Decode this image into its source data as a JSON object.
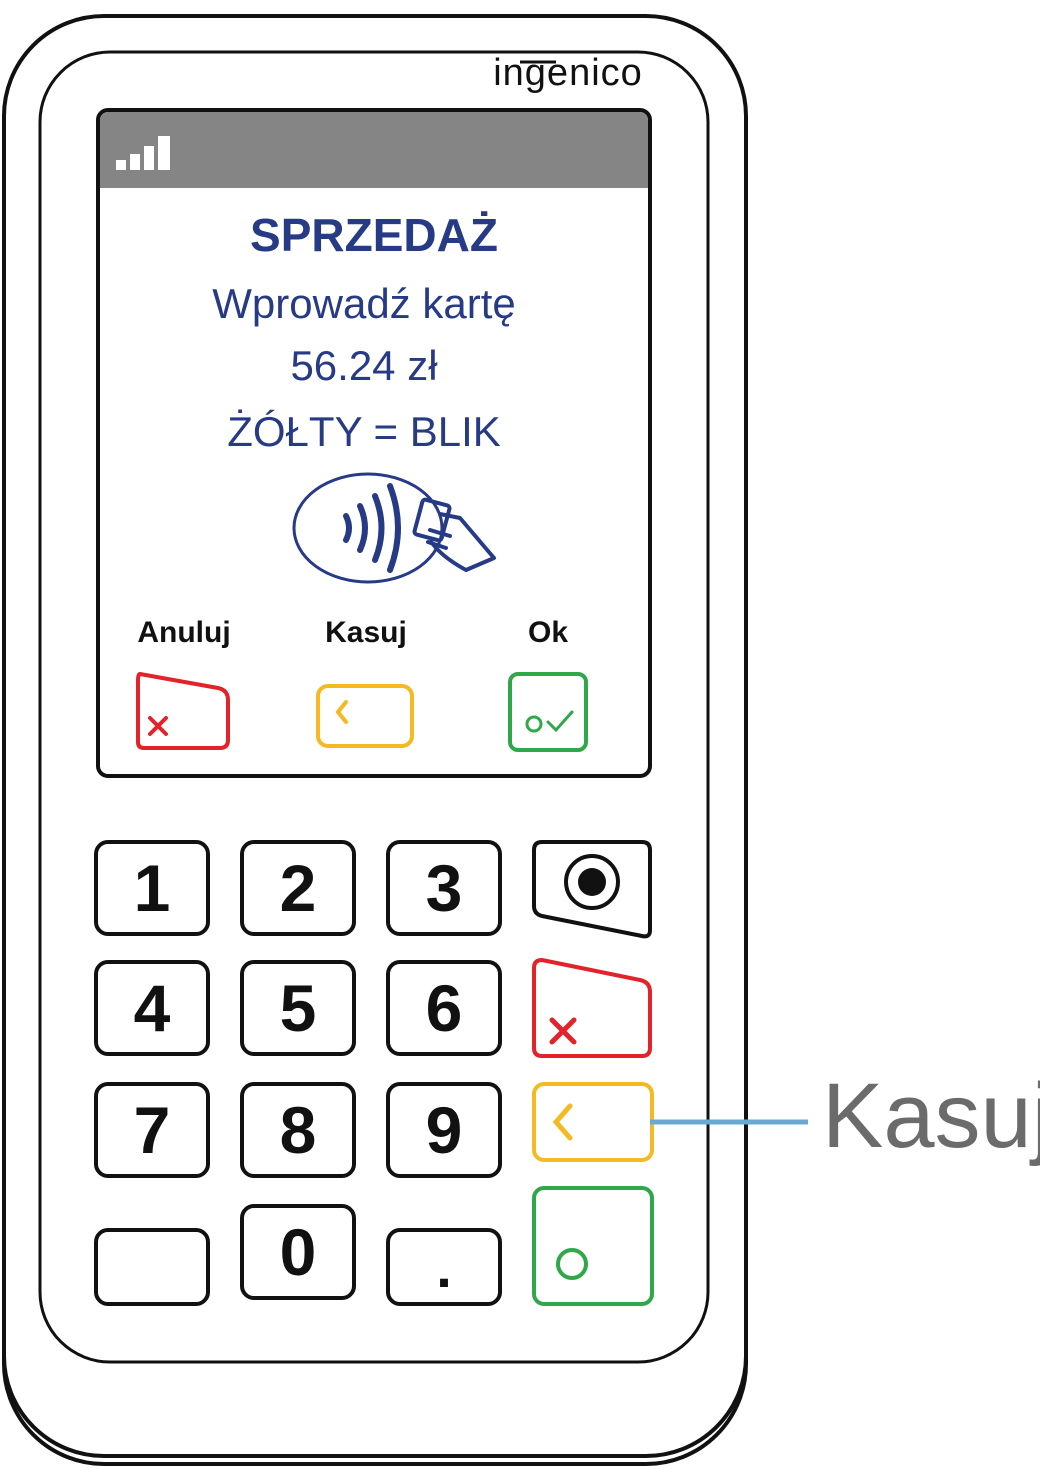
{
  "device": {
    "brand": "ingenico"
  },
  "screen": {
    "title": "SPRZEDAŻ",
    "lines": [
      "Wprowadź kartę",
      "56.24 zł",
      "ŻÓŁTY = BLIK"
    ],
    "softkeys": [
      {
        "label": "Anuluj",
        "color": "#e2232a",
        "icon": "x-icon"
      },
      {
        "label": "Kasuj",
        "color": "#f5b921",
        "icon": "chevron-left-icon"
      },
      {
        "label": "Ok",
        "color": "#2fa84a",
        "icon": "circle-check-icon"
      }
    ],
    "text_color": "#263a86",
    "status_bar_color": "#858585"
  },
  "keypad": {
    "keys": [
      "1",
      "2",
      "3",
      "4",
      "5",
      "6",
      "7",
      "8",
      "9",
      "",
      "0",
      "."
    ]
  },
  "callout": {
    "label": "Kasuj",
    "line_color": "#6aa9d4"
  }
}
